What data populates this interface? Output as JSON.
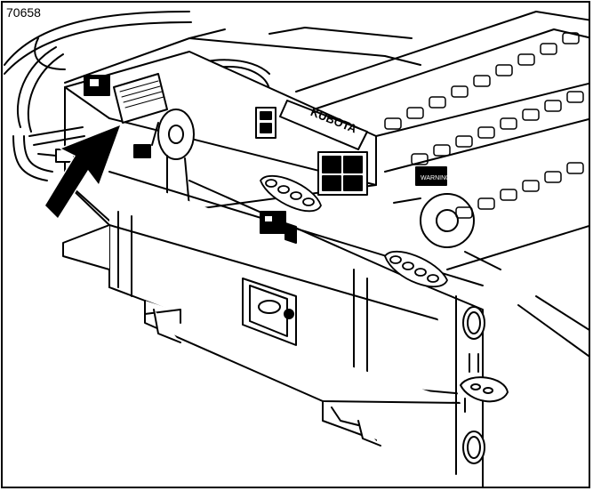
{
  "figure": {
    "number": "70658"
  },
  "labels": {
    "main_decal_text": "KUBOTA",
    "small_decal_text": "WARNING"
  },
  "colors": {
    "line": "#000000",
    "paper": "#ffffff",
    "arrow": "#000000"
  },
  "icons": [
    "callout-arrow-icon",
    "manual-holder-icon",
    "chain-icon",
    "step-icon",
    "safety-decal-icon"
  ]
}
